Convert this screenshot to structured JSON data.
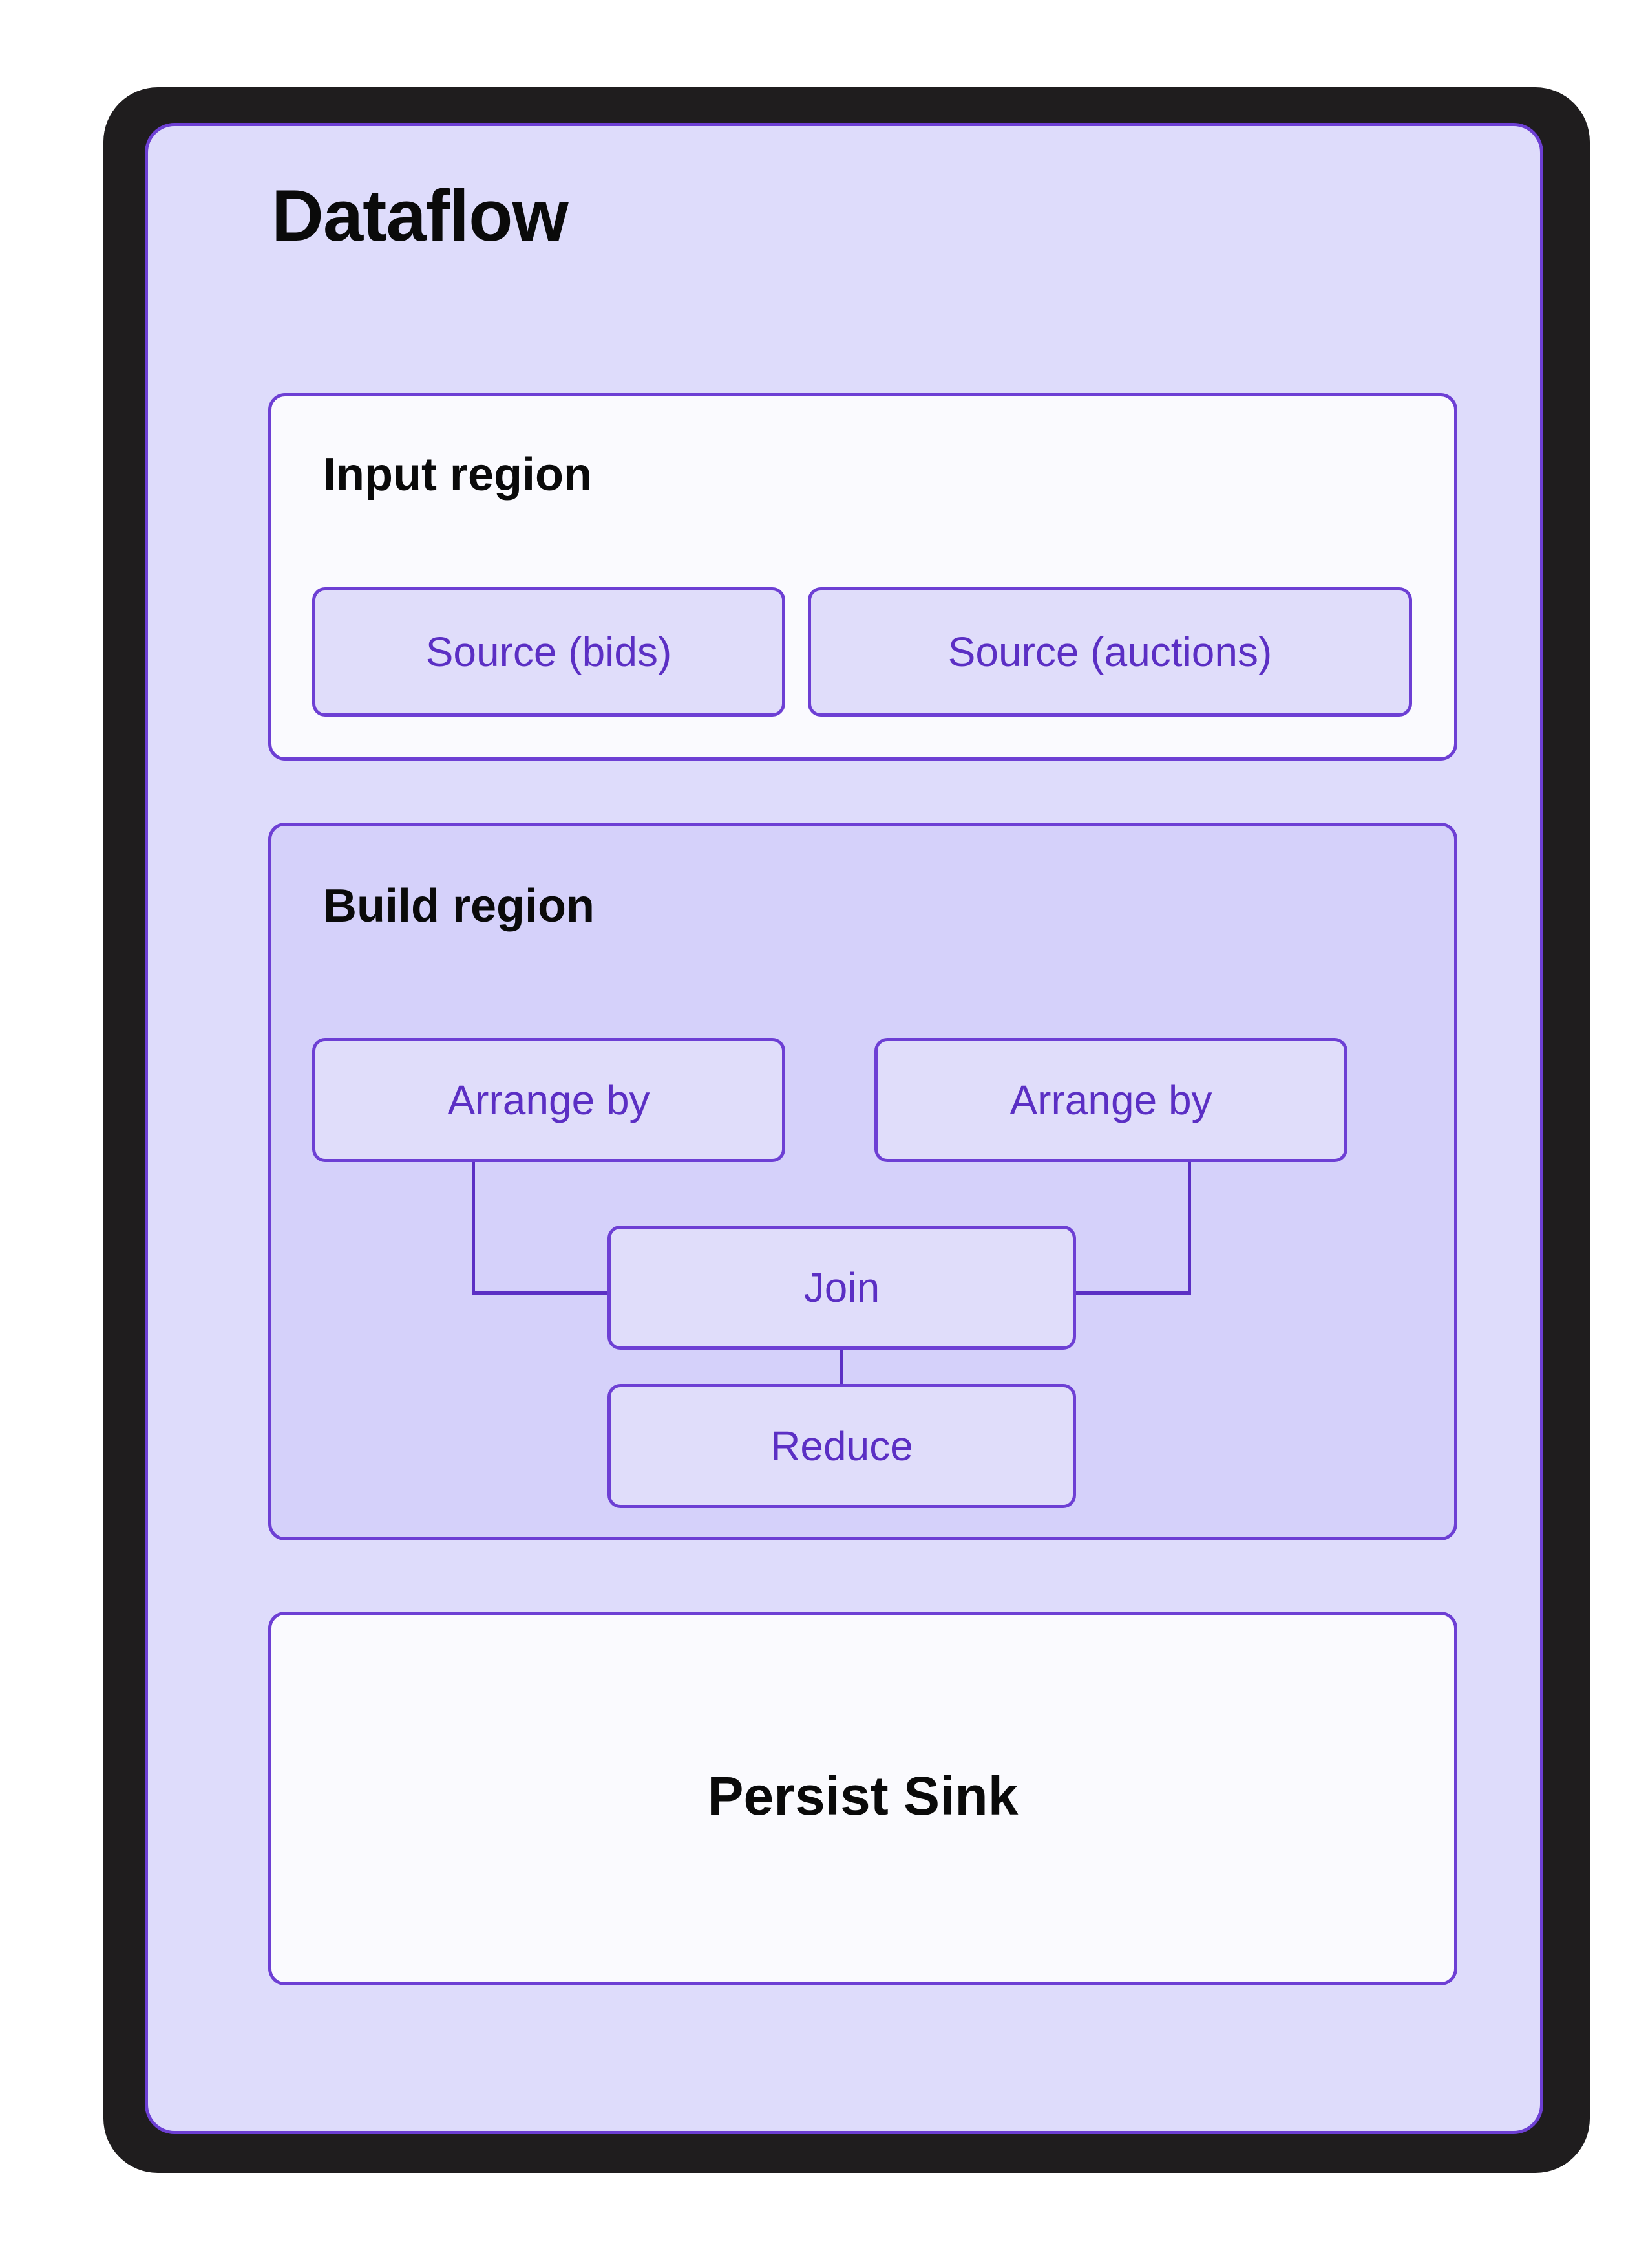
{
  "card": {
    "title": "Dataflow",
    "accent_color": "#6D3FD4",
    "node_text_color": "#5B2FC4",
    "card_background": "#DEDCFB",
    "frame_color": "#1F1D1E",
    "region_light_background": "#FAFAFE",
    "region_tinted_background": "#D5D1FA",
    "node_background": "#E0DDFA"
  },
  "regions": {
    "input": {
      "label": "Input region",
      "nodes": [
        {
          "label": "Source (bids)"
        },
        {
          "label": "Source (auctions)"
        }
      ]
    },
    "build": {
      "label": "Build region",
      "nodes": [
        {
          "label": "Arrange by"
        },
        {
          "label": "Arrange by"
        },
        {
          "label": "Join"
        },
        {
          "label": "Reduce"
        }
      ]
    },
    "sink": {
      "label": "Persist Sink"
    }
  },
  "chart_data": {
    "type": "diagram",
    "title": "Dataflow",
    "nodes": [
      {
        "id": "source_bids",
        "label": "Source (bids)",
        "region": "Input region"
      },
      {
        "id": "source_auctions",
        "label": "Source (auctions)",
        "region": "Input region"
      },
      {
        "id": "arrange_left",
        "label": "Arrange by",
        "region": "Build region"
      },
      {
        "id": "arrange_right",
        "label": "Arrange by",
        "region": "Build region"
      },
      {
        "id": "join",
        "label": "Join",
        "region": "Build region"
      },
      {
        "id": "reduce",
        "label": "Reduce",
        "region": "Build region"
      },
      {
        "id": "persist_sink",
        "label": "Persist Sink",
        "region": "Persist Sink"
      }
    ],
    "edges": [
      {
        "from": "arrange_left",
        "to": "join"
      },
      {
        "from": "arrange_right",
        "to": "join"
      },
      {
        "from": "join",
        "to": "reduce"
      }
    ]
  }
}
